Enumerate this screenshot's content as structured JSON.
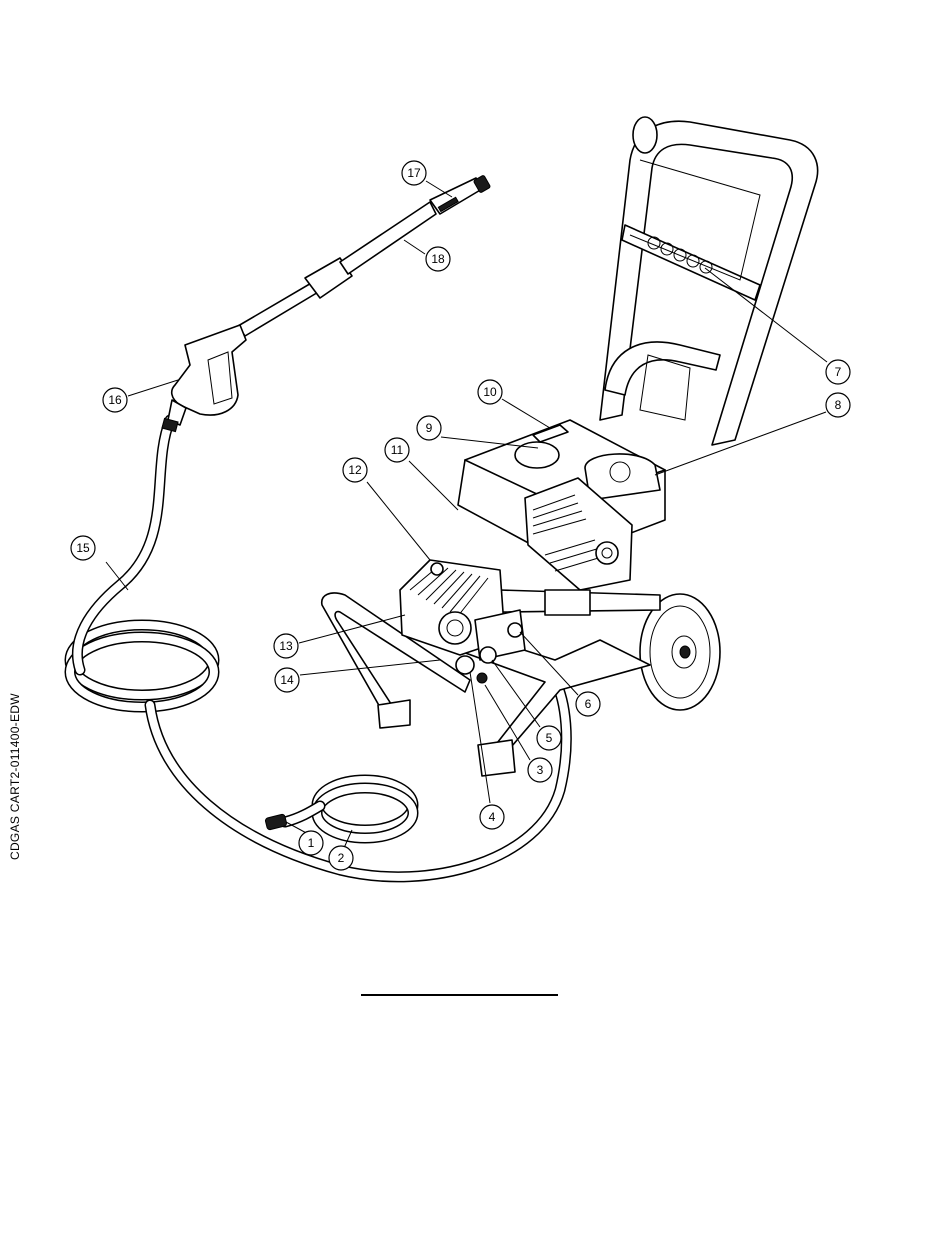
{
  "drawing_code": "CDGAS CART2-011400-EDW",
  "callouts": [
    {
      "label": "1"
    },
    {
      "label": "2"
    },
    {
      "label": "3"
    },
    {
      "label": "4"
    },
    {
      "label": "5"
    },
    {
      "label": "6"
    },
    {
      "label": "7"
    },
    {
      "label": "8"
    },
    {
      "label": "9"
    },
    {
      "label": "10"
    },
    {
      "label": "11"
    },
    {
      "label": "12"
    },
    {
      "label": "13"
    },
    {
      "label": "14"
    },
    {
      "label": "15"
    },
    {
      "label": "16"
    },
    {
      "label": "17"
    },
    {
      "label": "18"
    }
  ]
}
